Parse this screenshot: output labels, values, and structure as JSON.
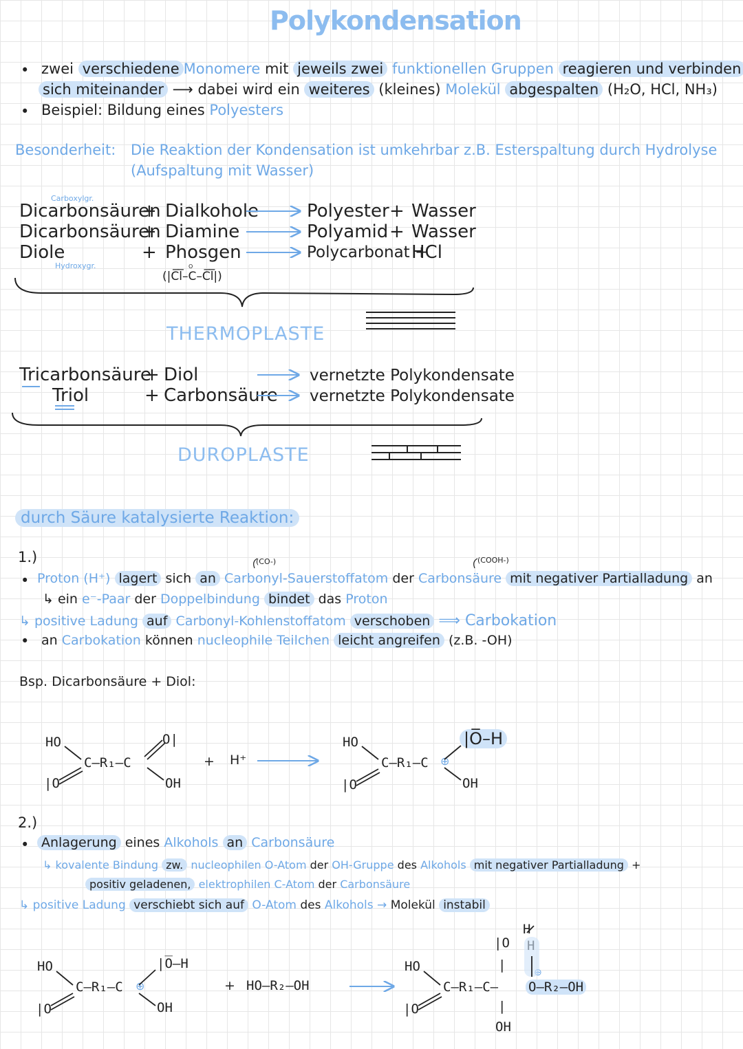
{
  "title": "Polykondensation",
  "intro": {
    "line1": [
      "zwei",
      "verschiedene",
      "Monomere",
      "mit",
      "jeweils zwei",
      "funktionellen Gruppen",
      "reagieren und verbinden"
    ],
    "line2": [
      "sich miteinander",
      "⟶",
      "dabei wird ein",
      "weiteres",
      "(kleines)",
      "Molekül",
      "abgespalten",
      "(H₂O, HCl, NH₃)"
    ],
    "line3": [
      "Beispiel: Bildung eines",
      "Polyesters"
    ]
  },
  "special": {
    "label": "Besonderheit:",
    "text1": "Die Reaktion der Kondensation ist umkehrbar z.B. Esterspaltung durch Hydrolyse",
    "text2": "(Aufspaltung mit Wasser)"
  },
  "thermo": {
    "note_top": "Carboxylgr.",
    "note_bottom": "Hydroxygr.",
    "rows": [
      {
        "a": "Dicarbonsäuren",
        "plus": "+",
        "b": "Dialkohole",
        "c": "Polyester",
        "plus2": "+",
        "d": "Wasser"
      },
      {
        "a": "Dicarbonsäuren",
        "plus": "+",
        "b": "Diamine",
        "c": "Polyamid",
        "plus2": "+",
        "d": "Wasser"
      },
      {
        "a": "Diole",
        "plus": "+",
        "b": "Phosgen",
        "c": "Polycarbonat +",
        "plus2": "",
        "d": "HCl"
      }
    ],
    "phosgen_formula": "(|C̅l̅–C–C̅l̅|)",
    "phosgen_o": "O",
    "label": "THERMOPLASTE"
  },
  "duro": {
    "rows": [
      {
        "a": "Tricarbonsäure",
        "plus": "+",
        "b": "Diol",
        "c": "vernetzte Polykondensate"
      },
      {
        "a": "Triol",
        "plus": "+",
        "b": "Carbonsäure",
        "c": "vernetzte Polykondensate"
      }
    ],
    "label": "DUROPLASTE"
  },
  "acid": {
    "heading": "durch Säure katalysierte Reaktion:",
    "step1": {
      "num": "1.)",
      "note_co": "(CO-)",
      "note_cooh": "(COOH-)",
      "l1": [
        "Proton (H⁺)",
        "lagert",
        "sich",
        "an",
        "Carbonyl-Sauerstoffatom",
        "der",
        "Carbonsäure",
        "mit negativer Partialladung",
        "an"
      ],
      "l2": [
        "↳ ein",
        "e⁻-Paar",
        "der",
        "Doppelbindung",
        "bindet",
        "das",
        "Proton"
      ],
      "l3": [
        "↳ positive Ladung",
        "auf",
        "Carbonyl-Kohlenstoffatom",
        "verschoben",
        "⟹ Carbokation"
      ],
      "l4": [
        "an",
        "Carbokation",
        "können",
        "nucleophile Teilchen",
        "leicht angreifen",
        "(z.B. -OH)"
      ]
    },
    "example": "Bsp. Dicarbonsäure + Diol:",
    "step2": {
      "num": "2.)",
      "l1": [
        "Anlagerung",
        "eines",
        "Alkohols",
        "an",
        "Carbonsäure"
      ],
      "l2": [
        "↳ kovalente Bindung",
        "zw.",
        "nucleophilen O-Atom",
        "der",
        "OH-Gruppe",
        "des",
        "Alkohols",
        "mit negativer Partialladung",
        "+"
      ],
      "l3": [
        "positiv geladenen,",
        "elektrophilen C-Atom",
        "der",
        "Carbonsäure"
      ],
      "l4": [
        "↳ positive Ladung",
        "verschiebt sich auf",
        "O-Atom",
        "des",
        "Alkohols",
        "→",
        "Molekül",
        "instabil"
      ]
    }
  },
  "chem": {
    "ho": "HO",
    "o_double": "|O",
    "c_r1_c": "C–R₁–C",
    "o_top": "O|",
    "oh": "OH",
    "plus": "+",
    "h_plus": "H⁺",
    "o_h": "|O̅–H",
    "plus_sign": "⊕",
    "alcohol": "HO–R₂–OH",
    "c_r1": "C–R₁–C–",
    "o_r2_oh": "O–R₂–OH",
    "h": "H",
    "io": "|O",
    "vert": "|"
  },
  "colors": {
    "blue": "#6ea8e6",
    "highlight": "#cfe3f8",
    "ink": "#222222"
  }
}
